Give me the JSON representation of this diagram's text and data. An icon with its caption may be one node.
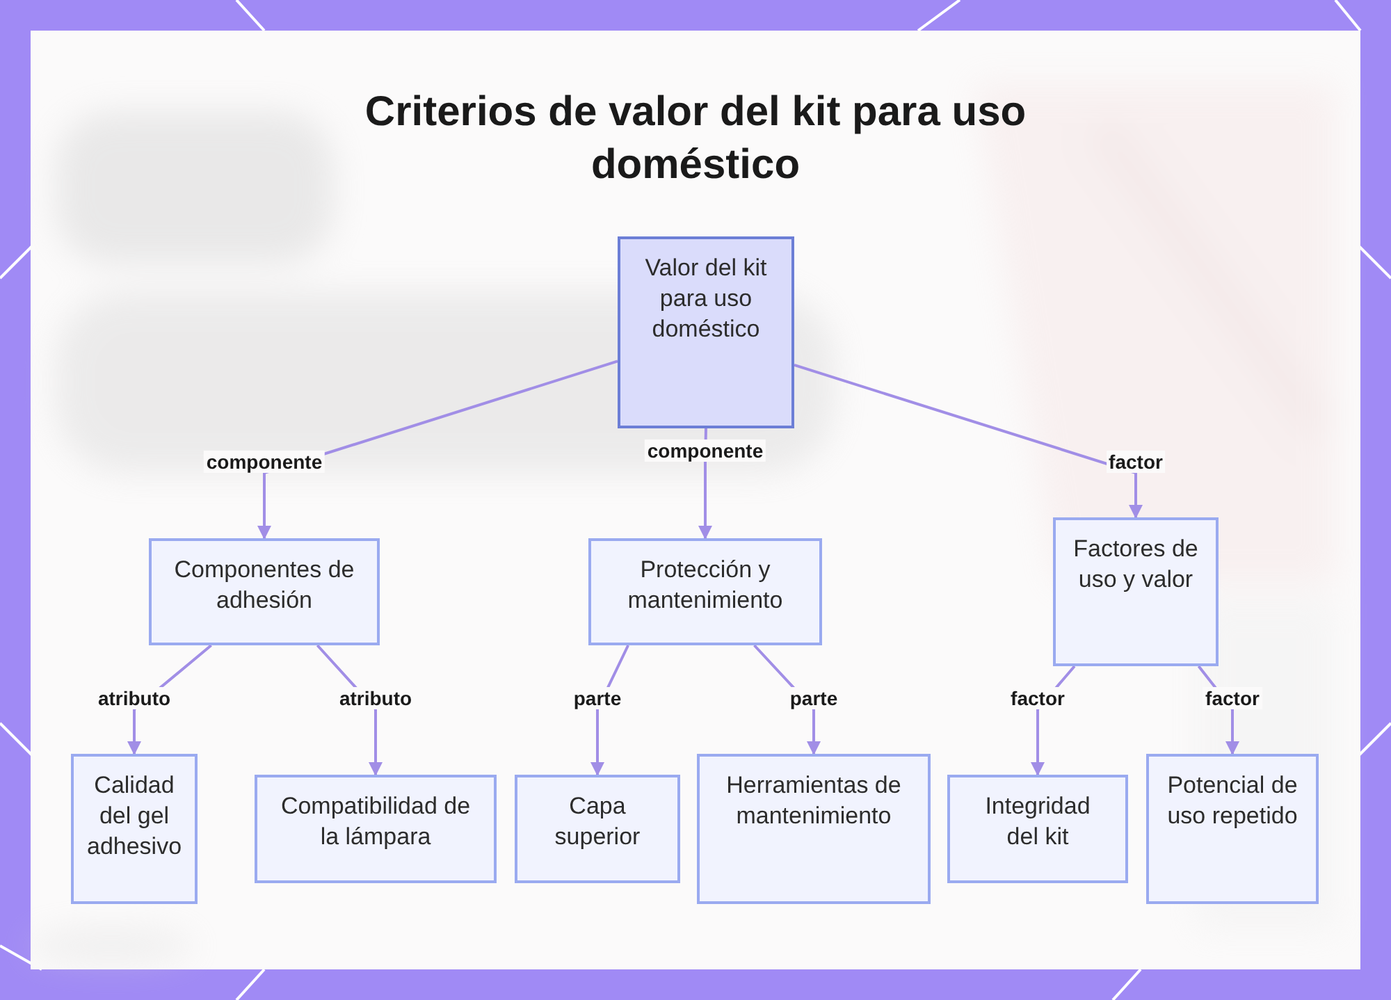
{
  "diagram": {
    "title": "Criterios de valor del kit para uso doméstico",
    "nodes": [
      {
        "text": [
          "Valor del kit para uso doméstico"
        ]
      },
      {
        "text": [
          "Componentes de adhesión"
        ]
      },
      {
        "text": [
          "Protección y mantenimiento"
        ]
      },
      {
        "text": [
          "Factores de uso y valor"
        ]
      },
      {
        "text": [
          "Calidad del gel adhesivo"
        ]
      },
      {
        "text": [
          "Compatibilidad de la lámpara"
        ]
      },
      {
        "text": [
          "Capa superior"
        ]
      },
      {
        "text": [
          "Herramientas de mantenimiento"
        ]
      },
      {
        "text": [
          "Integridad del kit"
        ]
      },
      {
        "text": [
          "Potencial de uso repetido"
        ]
      }
    ],
    "edges": [
      {
        "from": 0,
        "to": 1,
        "arrow": "to",
        "label": "componente"
      },
      {
        "from": 0,
        "to": 2,
        "arrow": "to",
        "label": "componente"
      },
      {
        "from": 0,
        "to": 3,
        "arrow": "to",
        "label": "factor"
      },
      {
        "from": 1,
        "to": 4,
        "arrow": "to",
        "label": "atributo"
      },
      {
        "from": 1,
        "to": 5,
        "arrow": "to",
        "label": "atributo"
      },
      {
        "from": 2,
        "to": 6,
        "arrow": "to",
        "label": "parte"
      },
      {
        "from": 2,
        "to": 7,
        "arrow": "to",
        "label": "parte"
      },
      {
        "from": 3,
        "to": 8,
        "arrow": "to",
        "label": "factor"
      },
      {
        "from": 3,
        "to": 9,
        "arrow": "to",
        "label": "factor"
      }
    ]
  }
}
